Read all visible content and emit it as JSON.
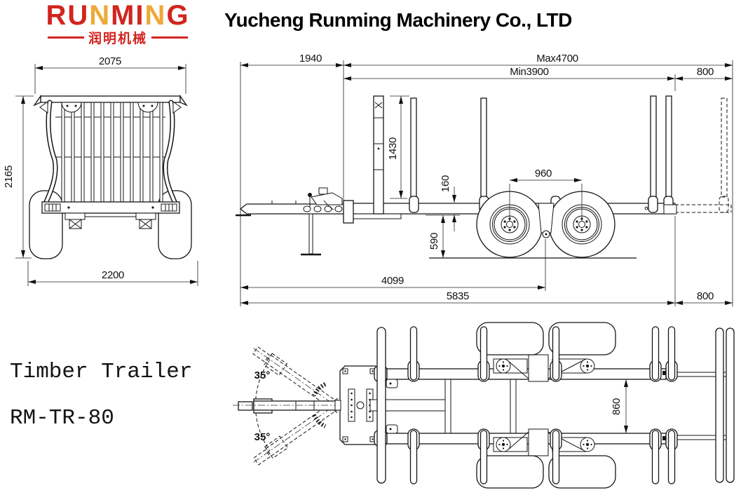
{
  "header": {
    "logo": {
      "part1": "RU",
      "part2": "N",
      "part3": "MI",
      "part4": "N",
      "part5": "G",
      "tagline": "润明机械"
    },
    "company_title": "Yucheng Runming Machinery Co., LTD"
  },
  "product": {
    "name": "Timber Trailer",
    "model": "RM-TR-80"
  },
  "colors": {
    "brand_red": "#d2251f",
    "brand_gold": "#eda93a",
    "line_ink": "#151515"
  },
  "dims": {
    "front": {
      "top_width": "2075",
      "overall_height": "2165",
      "track_width": "2200"
    },
    "side": {
      "drawbar_length": "1940",
      "bunk_length_max": "Max4700",
      "bunk_length_min": "Min3900",
      "rear_extension_top": "800",
      "stake_height": "1430",
      "frame_depth": "160",
      "tandem_axle_spacing": "960",
      "frame_height_from_ground": "590",
      "hitch_to_bogie_center": "4099",
      "overall_length": "5835",
      "rear_extension_bottom": "800"
    },
    "top": {
      "swing_angle_upper": "35°",
      "swing_angle_lower": "35°",
      "frame_width": "860"
    }
  }
}
